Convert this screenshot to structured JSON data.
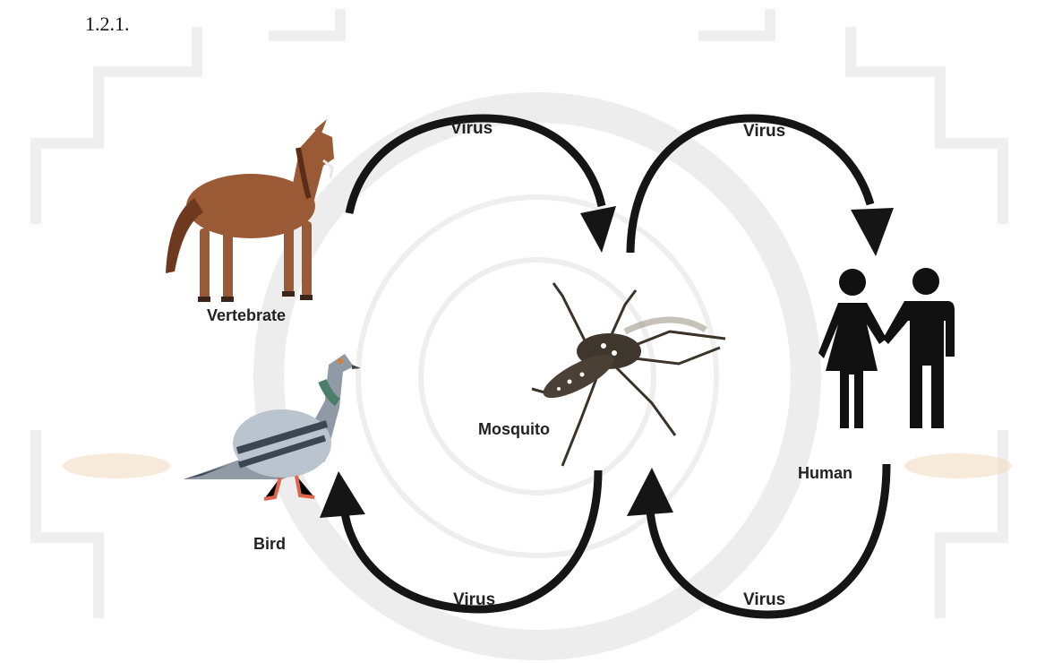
{
  "section_number": "1.2.1.",
  "nodes": {
    "vertebrate": "Vertebrate",
    "bird": "Bird",
    "mosquito": "Mosquito",
    "human": "Human"
  },
  "arrows": {
    "vertebrate_to_mosquito": "Virus",
    "mosquito_to_human": "Virus",
    "mosquito_to_bird": "Virus",
    "human_to_mosquito": "Virus"
  },
  "colors": {
    "arrow": "#151515",
    "watermark": "#d9d9d9",
    "watermark_accent": "#f3dfc6",
    "horse_body": "#9a5a36",
    "pigeon_body": "#8f9aa6",
    "human_figure": "#111111"
  }
}
